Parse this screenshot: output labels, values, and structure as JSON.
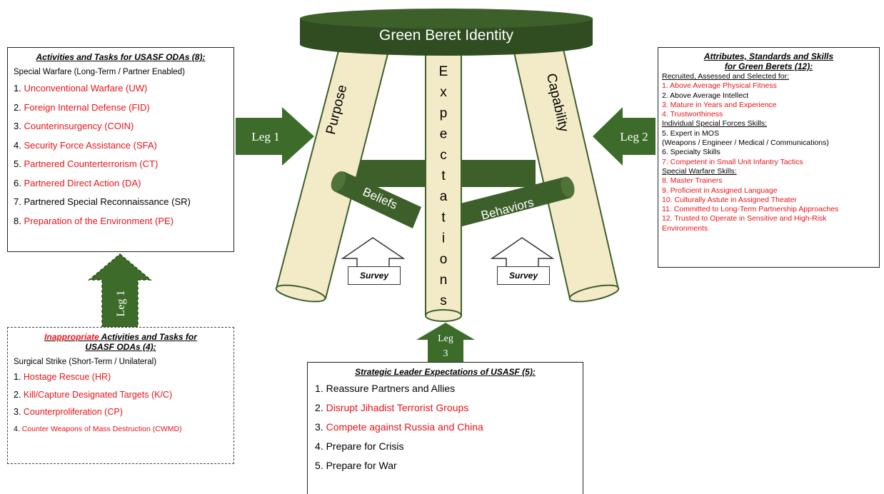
{
  "stool": {
    "seat_label": "Green Beret Identity",
    "leg_left": "Purpose",
    "leg_right": "Capability",
    "leg_center": "Expectations",
    "brace_left": "Beliefs",
    "brace_right": "Behaviors",
    "survey_label": "Survey",
    "colors": {
      "dark_green": "#3d5f2a",
      "leg_fill": "#f3ebc8"
    }
  },
  "arrows": {
    "leg1_right": "Leg 1",
    "leg2_left": "Leg 2",
    "leg1_up": "Leg 1",
    "leg3_line1": "Leg",
    "leg3_line2": "3"
  },
  "activities_box": {
    "title": "Activities and Tasks for USASF ODAs (8):",
    "subtitle": "Special Warfare (Long-Term / Partner Enabled)",
    "items": [
      {
        "num": "1.",
        "text": "Unconventional  Warfare (UW)",
        "red": true
      },
      {
        "num": "2.",
        "text": "Foreign Internal Defense (FID)",
        "red": true
      },
      {
        "num": "3.",
        "text": "Counterinsurgency  (COIN)",
        "red": true
      },
      {
        "num": "4.",
        "text": "Security Force Assistance (SFA)",
        "red": true
      },
      {
        "num": "5.",
        "text": "Partnered Counterterrorism (CT)",
        "red": true
      },
      {
        "num": "6.",
        "text": "Partnered Direct Action (DA)",
        "red": true
      },
      {
        "num": "7.",
        "text": "Partnered Special Reconnaissance  (SR)",
        "red": false
      },
      {
        "num": "8.",
        "text": "Preparation of the Environment  (PE)",
        "red": true
      }
    ]
  },
  "inappropriate_box": {
    "title_red": "Inappropriate",
    "title_rest": " Activities and Tasks for",
    "title_line2": "USASF ODAs (4):",
    "subtitle": "Surgical Strike (Short-Term / Unilateral)",
    "items": [
      {
        "num": "1.",
        "text": "Hostage Rescue (HR)"
      },
      {
        "num": "2.",
        "text": "Kill/Capture Designated Targets (K/C)"
      },
      {
        "num": "3.",
        "text": "Counterproliferation  (CP)"
      },
      {
        "num": "4.",
        "text": "Counter Weapons of Mass Destruction (CWMD)"
      }
    ]
  },
  "attributes_box": {
    "title_line1": "Attributes, Standards and Skills",
    "title_line2": "for Green Berets (12):",
    "lines": [
      {
        "text": "Recruited, Assessed and Selected for:",
        "style": "heading"
      },
      {
        "text": "1. Above Average Physical Fitness",
        "style": "red"
      },
      {
        "text": "2. Above Average Intellect",
        "style": "black"
      },
      {
        "text": "3. Mature in Years and Experience",
        "style": "red"
      },
      {
        "text": "4. Trustworthiness",
        "style": "red"
      },
      {
        "text": "Individual Special Forces Skills:",
        "style": "heading"
      },
      {
        "text": "5. Expert in MOS",
        "style": "black"
      },
      {
        "text": " (Weapons / Engineer / Medical / Communications)",
        "style": "black"
      },
      {
        "text": "6. Specialty Skills",
        "style": "black"
      },
      {
        "text": "7. Competent  in Small Unit Infantry Tactics",
        "style": "red"
      },
      {
        "text": "Special Warfare Skills:",
        "style": "heading"
      },
      {
        "text": "8. Master Trainers",
        "style": "red"
      },
      {
        "text": "9. Proficient in Assigned Language",
        "style": "red"
      },
      {
        "text": "10. Culturally Astute in Assigned Theater",
        "style": "red"
      },
      {
        "text": "11. Committed to Long-Term Partnership Approaches",
        "style": "red"
      },
      {
        "text": "12. Trusted to Operate in Sensitive and High-Risk",
        "style": "red"
      },
      {
        "text": "Environments",
        "style": "red"
      }
    ]
  },
  "expectations_box": {
    "title": "Strategic Leader Expectations of USASF (5):",
    "items": [
      {
        "num": "1.",
        "text": "Reassure Partners and Allies",
        "red": false
      },
      {
        "num": "2.",
        "text": "Disrupt Jihadist Terrorist Groups",
        "red": true
      },
      {
        "num": "3.",
        "text": "Compete against Russia and China",
        "red": true
      },
      {
        "num": "4.",
        "text": "Prepare for Crisis",
        "red": false
      },
      {
        "num": "5.",
        "text": "Prepare for War",
        "red": false
      }
    ]
  }
}
